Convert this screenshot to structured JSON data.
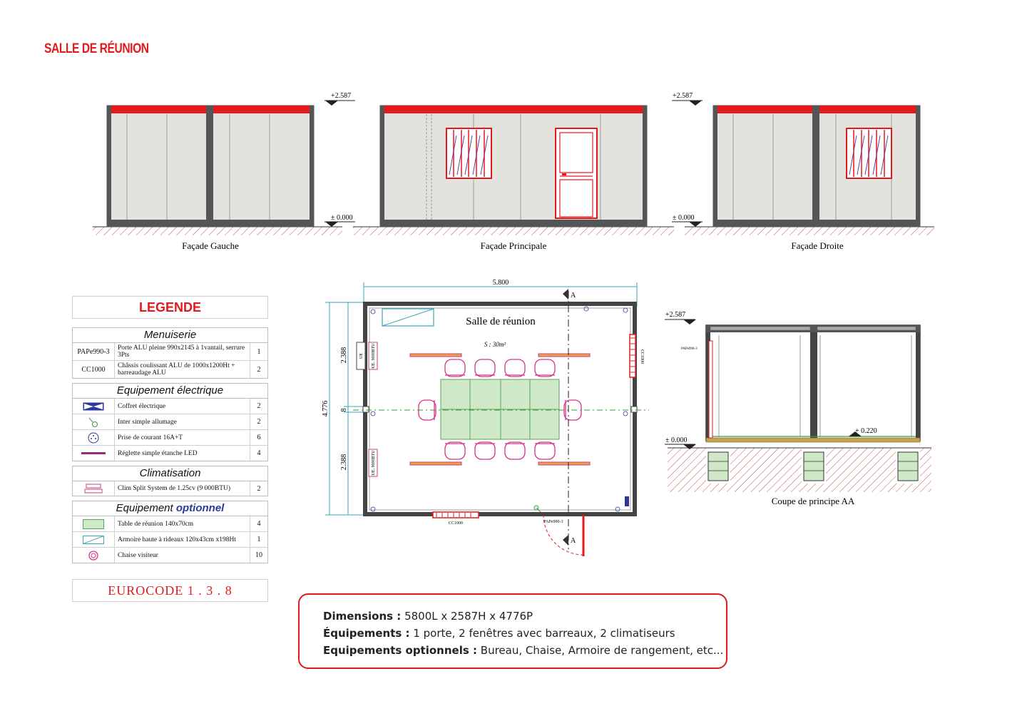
{
  "title": "SALLE DE RÉUNION",
  "elevations": {
    "level_top": "+2.587",
    "level_ground": "± 0.000",
    "left_label": "Façade Gauche",
    "front_label": "Façade Principale",
    "right_label": "Façade Droite"
  },
  "plan": {
    "width_dim": "5.800",
    "depth_dim": "4.776",
    "half_dim_top": "2.388",
    "half_dim_bottom": "2.388",
    "joint_dim": "8",
    "room_name": "Salle de réunion",
    "area": "S : 30m²",
    "section_mark": "A",
    "window_tag": "CC1000",
    "door_tag": "PAPe990-3",
    "ac_tag": "UE",
    "ac_unit_tag": "UE. 9000BTU"
  },
  "section": {
    "label": "Coupe de principe AA",
    "level_top": "+2.587",
    "level_ground": "± 0.000",
    "level_floor": "+ 0.220",
    "door_tag": "PAPe990-3"
  },
  "legend": {
    "header": "LEGENDE",
    "sections": [
      {
        "title": "Menuiserie",
        "rows": [
          {
            "code": "PAPe990-3",
            "icon": "text-code",
            "desc": "Porte ALU pleine 990x2145 à 1vantail, serrure 3Pts",
            "qty": "1"
          },
          {
            "code": "CC1000",
            "icon": "text-code",
            "desc": "Châssis coulissant ALU de 1000x1200Ht + barreaudage ALU",
            "qty": "2"
          }
        ]
      },
      {
        "title": "Equipement électrique",
        "rows": [
          {
            "icon": "electric-box-icon",
            "desc": "Coffret électrique",
            "qty": "2"
          },
          {
            "icon": "light-switch-icon",
            "desc": "Inter simple allumage",
            "qty": "2"
          },
          {
            "icon": "power-outlet-icon",
            "desc": "Prise de courant 16A+T",
            "qty": "6"
          },
          {
            "icon": "led-strip-icon",
            "desc": "Réglette simple étanche LED",
            "qty": "4"
          }
        ]
      },
      {
        "title": "Climatisation",
        "rows": [
          {
            "icon": "ac-split-icon",
            "desc": "Clim Split System de 1.25cv (9 000BTU)",
            "qty": "2"
          }
        ]
      },
      {
        "title_main": "Equipement",
        "title_accent": "optionnel",
        "rows": [
          {
            "icon": "meeting-table-icon",
            "desc": "Table de réunion 140x70cm",
            "qty": "4"
          },
          {
            "icon": "cabinet-icon",
            "desc": "Armoire haute à rideaux 120x43cm x198Ht",
            "qty": "1"
          },
          {
            "icon": "visitor-chair-icon",
            "desc": "Chaise visiteur",
            "qty": "10"
          }
        ]
      }
    ]
  },
  "eurocode": "EUROCODE  1 . 3 . 8",
  "info": {
    "dimensions_label": "Dimensions :",
    "dimensions_value": "5800L x 2587H x 4776P",
    "equipment_label": "Équipements :",
    "equipment_value": "1 porte, 2 fenêtres avec barreaux, 2 climatiseurs",
    "optional_label": "Equipements optionnels :",
    "optional_value": "Bureau, Chaise, Armoire de rangement, etc..."
  },
  "colors": {
    "accent": "#e3191b",
    "frame": "#555555",
    "panel": "#e4e2dc",
    "table": "#cfe8c8",
    "chair": "#d6338a",
    "blue": "#2b3a9a"
  }
}
